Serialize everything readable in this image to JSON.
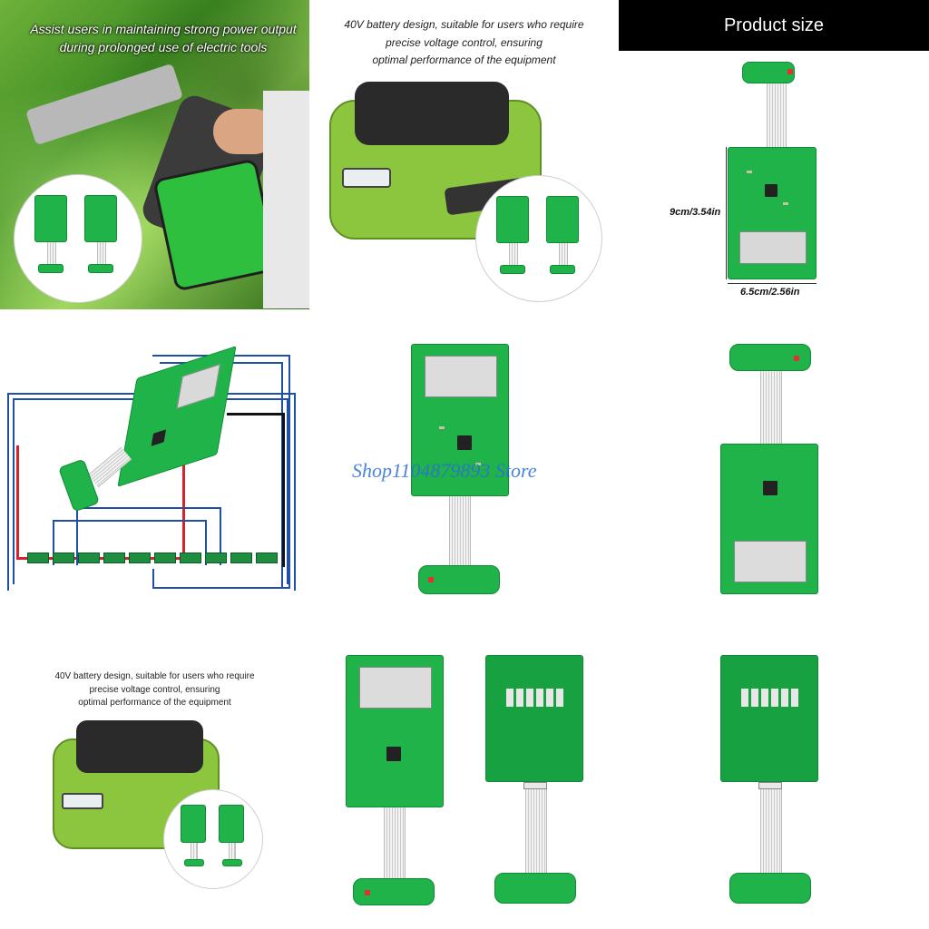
{
  "tiles": {
    "hedge_trimmer": {
      "caption": "Assist users in maintaining strong power output during prolonged use of electric tools"
    },
    "battery_top": {
      "caption_line1": "40V battery design, suitable for users who require",
      "caption_line2": "precise voltage control, ensuring",
      "caption_line3": "optimal performance of the equipment"
    },
    "product_size": {
      "title": "Product size",
      "height_label": "9cm/3.54in",
      "width_label": "6.5cm/2.56in"
    },
    "battery_bottom": {
      "caption_line1": "40V battery design, suitable for users who require",
      "caption_line2": "precise voltage control, ensuring",
      "caption_line3": "optimal performance of the equipment"
    }
  },
  "watermark": "Shop1104879893 Store",
  "colors": {
    "pcb_green": "#1fb34a",
    "battery_green": "#8cc63f",
    "wire_red": "#d8232a",
    "wire_blue": "#1f4fa8",
    "wire_black": "#111111",
    "watermark_blue": "#2c6fd8"
  }
}
